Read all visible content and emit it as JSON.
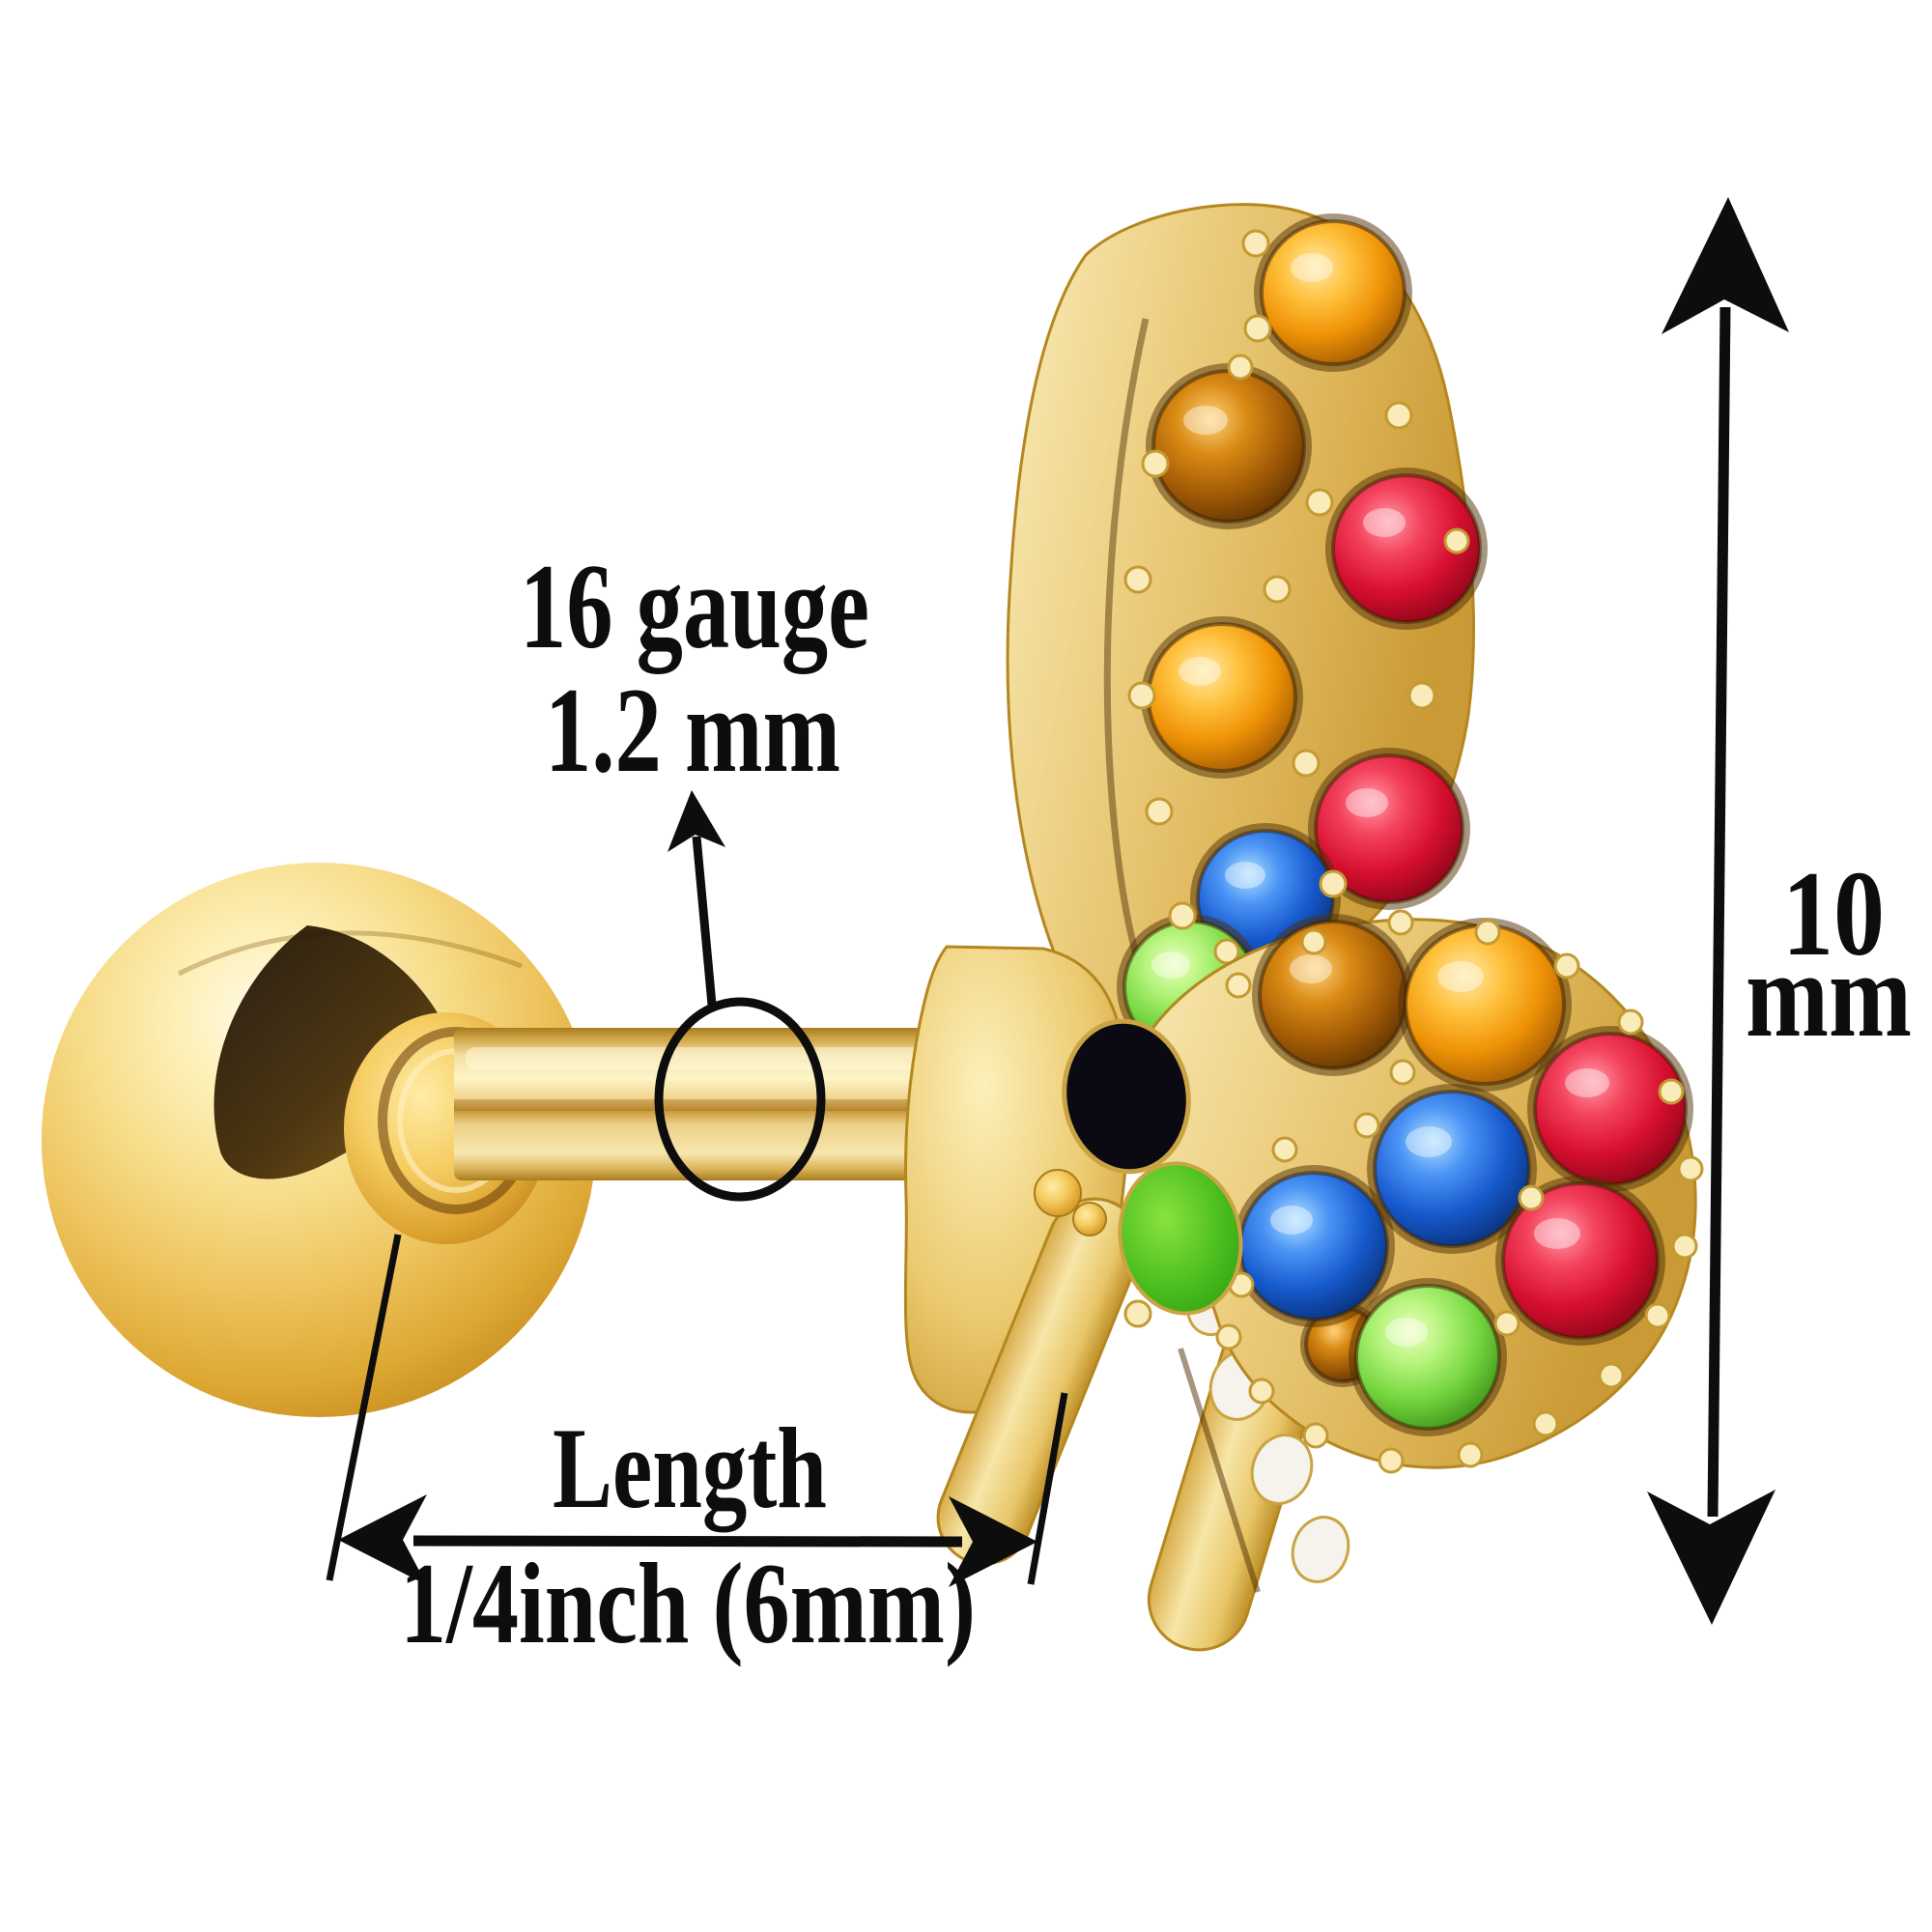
{
  "figure": {
    "description": "Gold cartilage barbell earring with a multicolor crystal butterfly end, shown with dimension callouts on a white background"
  },
  "annotations": {
    "gauge": {
      "line1": "16 gauge",
      "line2": "1.2 mm"
    },
    "length": {
      "label": "Length",
      "value": "1/4inch (6mm)"
    },
    "height": {
      "value": "10",
      "unit": "mm"
    }
  },
  "colors": {
    "background": "#ffffff",
    "annotation_ink": "#0d0d0d",
    "gold_light": "#fdf3c9",
    "gold_mid": "#eec45e",
    "gold_deep": "#c08c1f",
    "gold_shadow": "#7a5414",
    "enamel_black": "#0b0a12",
    "enamel_green": "#46bb1d",
    "enamel_white": "#f6f2ec",
    "gem_red": "#d60f2f",
    "gem_blue": "#1659cd",
    "gem_green": "#74d63e",
    "gem_amber": "#ef9206",
    "gem_brown": "#a35c06"
  }
}
